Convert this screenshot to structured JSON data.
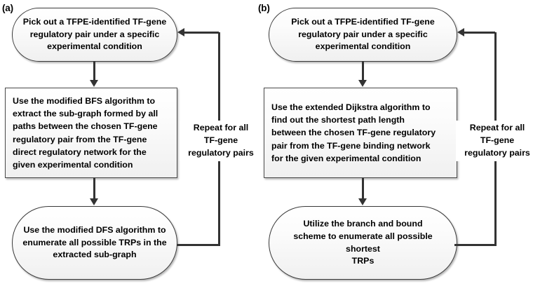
{
  "figure": {
    "panels": [
      {
        "label": "(a)",
        "nodes": [
          {
            "id": "a-start",
            "shape": "stadium",
            "text": "Pick out a TFPE-identified TF-gene\nregulatory pair under a specific\nexperimental condition"
          },
          {
            "id": "a-process",
            "shape": "rect",
            "text": "Use the modified BFS algorithm to\nextract the sub-graph formed by all\npaths between the chosen TF-gene\nregulatory pair from the TF-gene\ndirect regulatory network  for the\ngiven experimental condition"
          },
          {
            "id": "a-end",
            "shape": "stadium",
            "text": "Use the modified DFS algorithm to\nenumerate all possible TRPs in the\nextracted sub-graph"
          }
        ],
        "loop_label": "Repeat for all\nTF-gene\nregulatory pairs"
      },
      {
        "label": "(b)",
        "nodes": [
          {
            "id": "b-start",
            "shape": "stadium",
            "text": "Pick out a TFPE-identified TF-gene\nregulatory pair under a specific\nexperimental condition"
          },
          {
            "id": "b-process",
            "shape": "rect",
            "text": "Use the extended Dijkstra algorithm to\nfind out the shortest path length\nbetween the chosen TF-gene regulatory\npair from the TF-gene binding network\nfor the given experimental condition"
          },
          {
            "id": "b-end",
            "shape": "stadium",
            "text": "Utilize the branch and bound\nscheme to enumerate all possible shortest\nTRPs"
          }
        ],
        "loop_label": "Repeat for all\nTF-gene\nregulatory pairs"
      }
    ],
    "colors": {
      "node_border": "#3a3a3a",
      "connector": "#333333",
      "node_fill_top": "#ffffff",
      "node_fill_bottom": "#f0f0f0",
      "text": "#000000",
      "background": "#ffffff"
    }
  }
}
